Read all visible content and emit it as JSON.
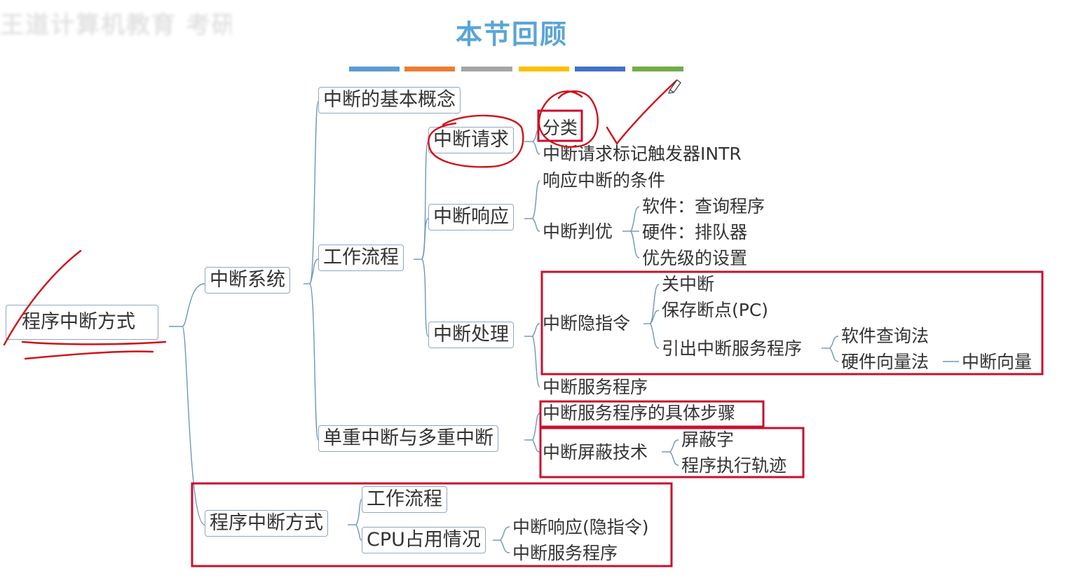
{
  "header": {
    "watermark": "王道计算机教育 考研",
    "title": "本节回顾",
    "color_bar": [
      "#5b9bd5",
      "#ed7d31",
      "#a5a5a5",
      "#ffc000",
      "#4472c4",
      "#70ad47"
    ]
  },
  "mindmap": {
    "root": "程序中断方式",
    "system": "中断系统",
    "basic_concept": "中断的基本概念",
    "workflow": "工作流程",
    "req": "中断请求",
    "req_classify": "分类",
    "req_flipflop": "中断请求标记触发器INTR",
    "resp": "中断响应",
    "resp_condition": "响应中断的条件",
    "resp_priority": "中断判优",
    "prio_software": "软件：查询程序",
    "prio_hardware": "硬件：排队器",
    "prio_setting": "优先级的设置",
    "proc": "中断处理",
    "hidden": "中断隐指令",
    "close_int": "关中断",
    "save_pc": "保存断点(PC)",
    "route": "引出中断服务程序",
    "sw_poll": "软件查询法",
    "hw_vector": "硬件向量法",
    "int_vector": "中断向量",
    "service": "中断服务程序",
    "single_multi": "单重中断与多重中断",
    "steps": "中断服务程序的具体步骤",
    "mask_tech": "中断屏蔽技术",
    "mask_word": "屏蔽字",
    "exec_track": "程序执行轨迹",
    "pim": "程序中断方式",
    "pim_workflow": "工作流程",
    "cpu_usage": "CPU占用情况",
    "cpu_resp": "中断响应(隐指令)",
    "cpu_service": "中断服务程序"
  }
}
